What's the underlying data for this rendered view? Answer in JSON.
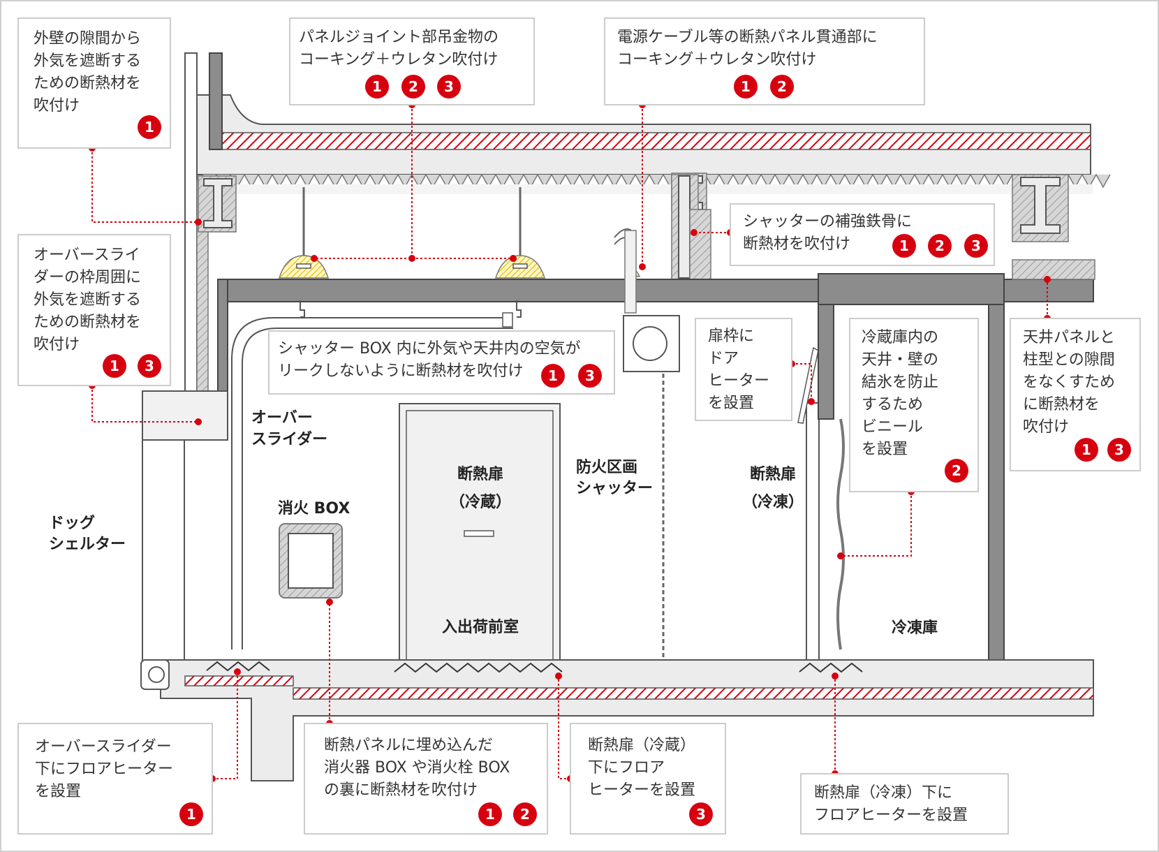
{
  "colors": {
    "accent": "#d7000f",
    "structure": "#8c8c8c",
    "structure_dark": "#6e6e6e",
    "panel_fill": "#ececec",
    "foam_fill": "#d4d4d4",
    "box_border": "#cccccc"
  },
  "callouts": [
    {
      "id": "exterior-gap",
      "lines": [
        "外壁の隙間から",
        "外気を遮断する",
        "ための断熱材を",
        "吹付け"
      ],
      "badges": [
        "1"
      ]
    },
    {
      "id": "panel-joint",
      "lines": [
        "パネルジョイント部吊金物の",
        "コーキング＋ウレタン吹付け"
      ],
      "badges": [
        "1",
        "2",
        "3"
      ]
    },
    {
      "id": "cable-penetration",
      "lines": [
        "電源ケーブル等の断熱パネル貫通部に",
        "コーキング＋ウレタン吹付け"
      ],
      "badges": [
        "1",
        "2"
      ]
    },
    {
      "id": "overslider-frame",
      "lines": [
        "オーバースライ",
        "ダーの枠周囲に",
        "外気を遮断する",
        "ための断熱材を",
        "吹付け"
      ],
      "badges": [
        "1",
        "3"
      ]
    },
    {
      "id": "shutter-steel",
      "lines": [
        "シャッターの補強鉄骨に",
        "断熱材を吹付け"
      ],
      "badges": [
        "1",
        "2",
        "3"
      ]
    },
    {
      "id": "shutter-box",
      "lines": [
        "シャッター BOX 内に外気や天井内の空気が",
        "リークしないように断熱材を吹付け"
      ],
      "badges": [
        "1",
        "3"
      ]
    },
    {
      "id": "door-frame-heater",
      "lines": [
        "扉枠に",
        "ドア",
        "ヒーター",
        "を設置"
      ],
      "badges": []
    },
    {
      "id": "vinyl-sheet",
      "lines": [
        "冷蔵庫内の",
        "天井・壁の",
        "結氷を防止",
        "するため",
        "ビニール",
        "を設置"
      ],
      "badges": [
        "2"
      ]
    },
    {
      "id": "ceiling-column",
      "lines": [
        "天井パネルと",
        "柱型との隙間",
        "をなくすため",
        "に断熱材を",
        "吹付け"
      ],
      "badges": [
        "1",
        "3"
      ]
    },
    {
      "id": "overslider-floor",
      "lines": [
        "オーバースライダー",
        "下にフロアヒーター",
        "を設置"
      ],
      "badges": [
        "1"
      ]
    },
    {
      "id": "extinguisher-box",
      "lines": [
        "断熱パネルに埋め込んだ",
        "消火器 BOX や消火栓 BOX",
        "の裏に断熱材を吹付け"
      ],
      "badges": [
        "1",
        "2"
      ]
    },
    {
      "id": "door-chill-floor",
      "lines": [
        "断熱扉（冷蔵）",
        "下にフロア",
        "ヒーターを設置"
      ],
      "badges": [
        "3"
      ]
    },
    {
      "id": "door-freeze-floor",
      "lines": [
        "断熱扉（冷凍）下に",
        "フロアヒーターを設置"
      ],
      "badges": []
    }
  ],
  "labels": {
    "dog_shelter": [
      "ドッグ",
      "シェルター"
    ],
    "over_slider": [
      "オーバー",
      "スライダー"
    ],
    "fire_box": "消火 BOX",
    "door_chill_title": "断熱扉",
    "door_chill_sub": "（冷蔵）",
    "anteroom": "入出荷前室",
    "fire_shutter": [
      "防火区画",
      "シャッター"
    ],
    "door_freeze_title": "断熱扉",
    "door_freeze_sub": "（冷凍）",
    "freezer": "冷凍庫"
  }
}
